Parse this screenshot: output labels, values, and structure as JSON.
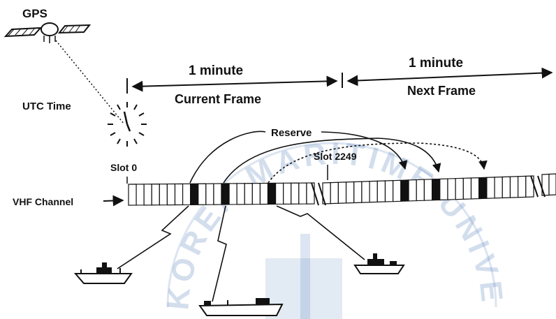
{
  "labels": {
    "gps": "GPS",
    "utc_time": "UTC Time",
    "duration_current": "1 minute",
    "duration_next": "1 minute",
    "current_frame": "Current Frame",
    "next_frame": "Next Frame",
    "reserve": "Reserve",
    "slot_first": "Slot 0",
    "slot_last": "Slot 2249",
    "vhf_channel": "VHF Channel"
  },
  "watermark": "KOREA MARITIME UNIVERSITY",
  "colors": {
    "ink": "#111111",
    "reserved_slot": "#111111",
    "watermark": "#3d6fb0"
  },
  "icons": [
    "gps-satellite-icon",
    "clock-icon",
    "ship-icon"
  ]
}
